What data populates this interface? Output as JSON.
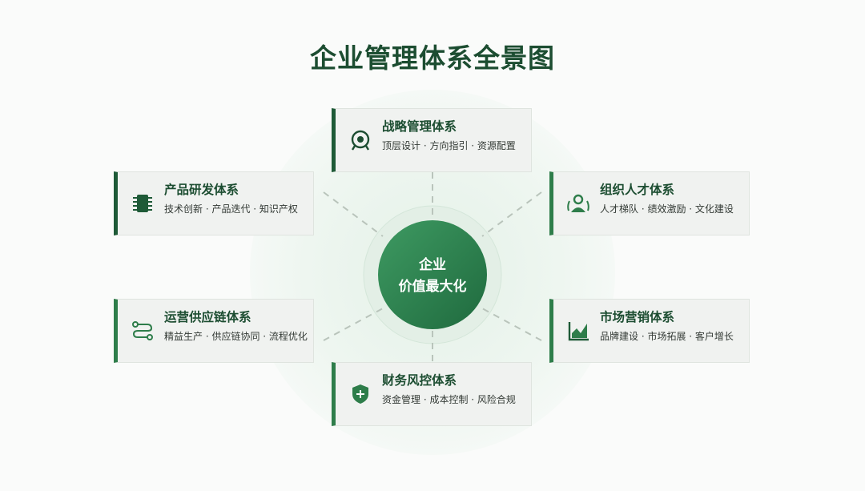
{
  "page_title": "企业管理体系全景图",
  "center": {
    "line1": "企业",
    "line2": "价值最大化"
  },
  "cards": {
    "strategy": {
      "title": "战略管理体系",
      "desc": "顶层设计 · 方向指引 · 资源配置",
      "icon": "target-icon"
    },
    "product": {
      "title": "产品研发体系",
      "desc": "技术创新 · 产品迭代 · 知识产权",
      "icon": "chip-icon"
    },
    "talent": {
      "title": "组织人才体系",
      "desc": "人才梯队 · 绩效激励 · 文化建设",
      "icon": "people-icon"
    },
    "operations": {
      "title": "运营供应链体系",
      "desc": "精益生产 · 供应链协同 · 流程优化",
      "icon": "flow-icon"
    },
    "marketing": {
      "title": "市场营销体系",
      "desc": "品牌建设 · 市场拓展 · 客户增长",
      "icon": "chart-icon"
    },
    "finance": {
      "title": "财务风控体系",
      "desc": "资金管理 · 成本控制 · 风险合规",
      "icon": "shield-icon"
    }
  },
  "colors": {
    "primary": "#2e7d4a",
    "dark": "#1c4d31",
    "light_bg": "#eef6f0"
  }
}
